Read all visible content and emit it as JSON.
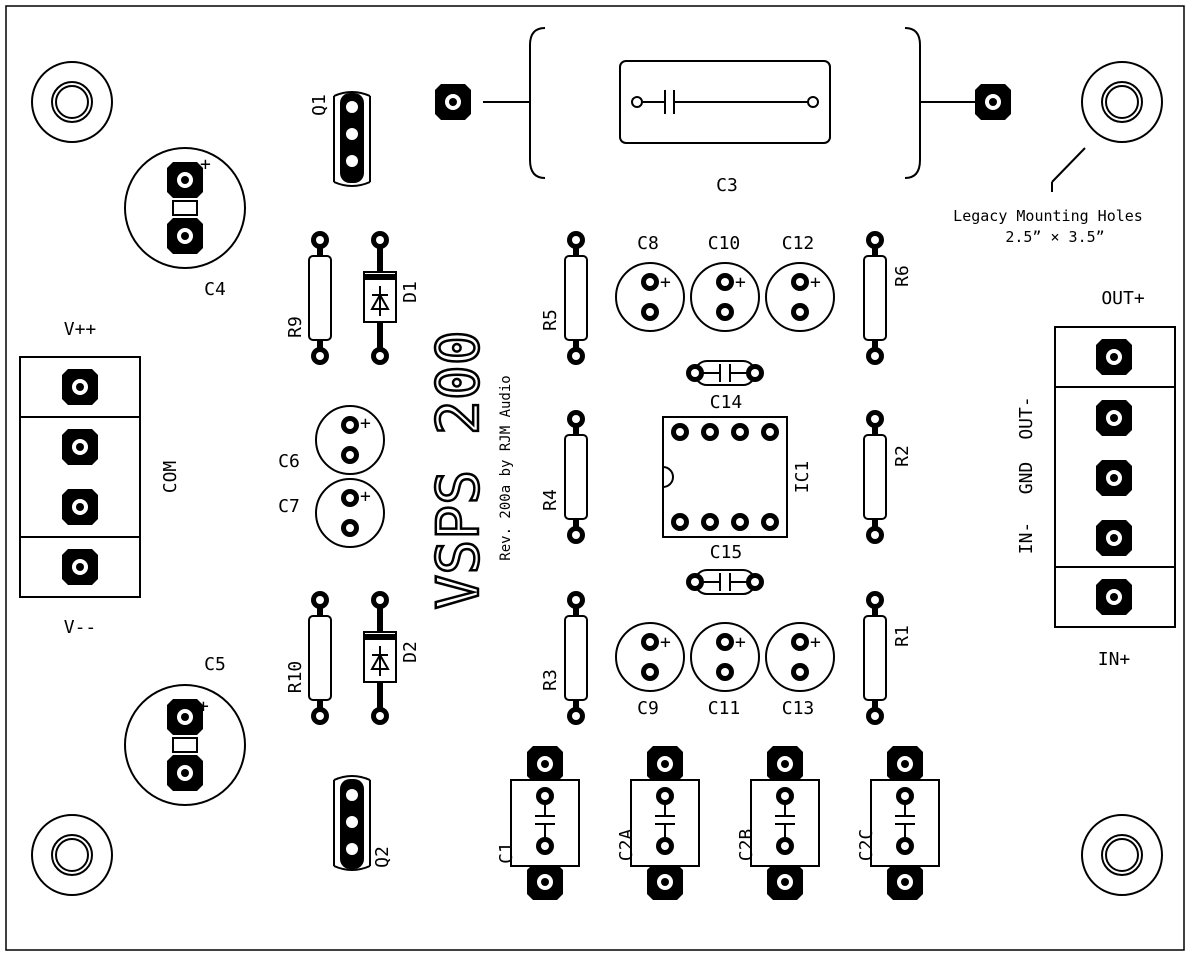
{
  "board": {
    "title": "VSPS 200",
    "revision": "Rev. 200a by RJM Audio",
    "mounting_note_line1": "Legacy Mounting Holes",
    "mounting_note_line2": "2.5” × 3.5”"
  },
  "labels": {
    "c1": "C1",
    "c2a": "C2A",
    "c2b": "C2B",
    "c2c": "C2C",
    "c3": "C3",
    "c4": "C4",
    "c5": "C5",
    "c6": "C6",
    "c7": "C7",
    "c8": "C8",
    "c9": "C9",
    "c10": "C10",
    "c11": "C11",
    "c12": "C12",
    "c13": "C13",
    "c14": "C14",
    "c15": "C15",
    "r1": "R1",
    "r2": "R2",
    "r3": "R3",
    "r4": "R4",
    "r5": "R5",
    "r6": "R6",
    "r9": "R9",
    "r10": "R10",
    "d1": "D1",
    "d2": "D2",
    "q1": "Q1",
    "q2": "Q2",
    "ic1": "IC1"
  },
  "connectors": {
    "vpp": "V++",
    "com": "COM",
    "vmm": "V--",
    "out_plus": "OUT+",
    "out_minus": "OUT-",
    "gnd": "GND",
    "in_minus": "IN-",
    "in_plus": "IN+"
  },
  "plus_sign": "+"
}
